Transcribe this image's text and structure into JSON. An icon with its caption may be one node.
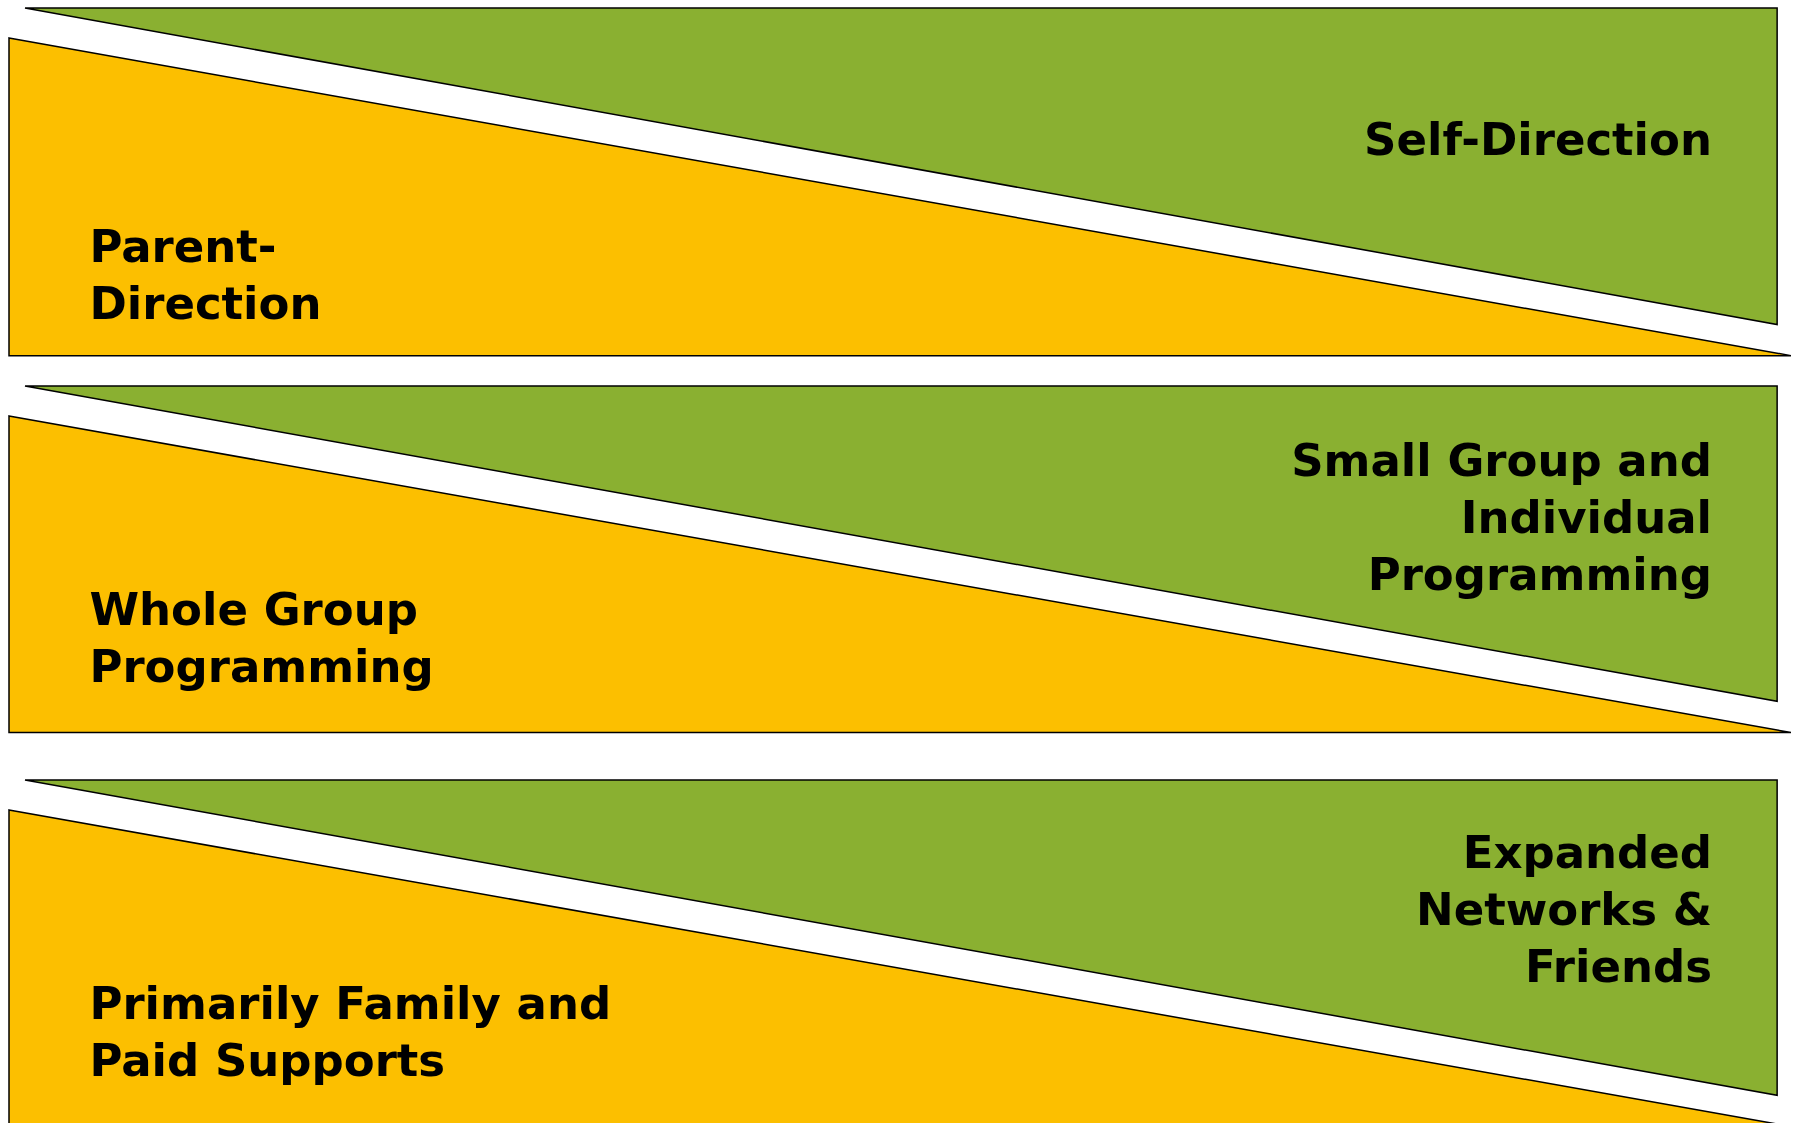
{
  "diagram": {
    "nodes": [
      {
        "text": [
          "Self-Direction"
        ]
      },
      {
        "text": [
          "Parent-Direction"
        ]
      },
      {
        "text": [
          "Small Group and Individual Programming"
        ]
      },
      {
        "text": [
          "Whole Group Programming"
        ]
      },
      {
        "text": [
          "Expanded Networks & Friends"
        ]
      },
      {
        "text": [
          "Primarily Family and Paid Supports"
        ]
      }
    ]
  }
}
